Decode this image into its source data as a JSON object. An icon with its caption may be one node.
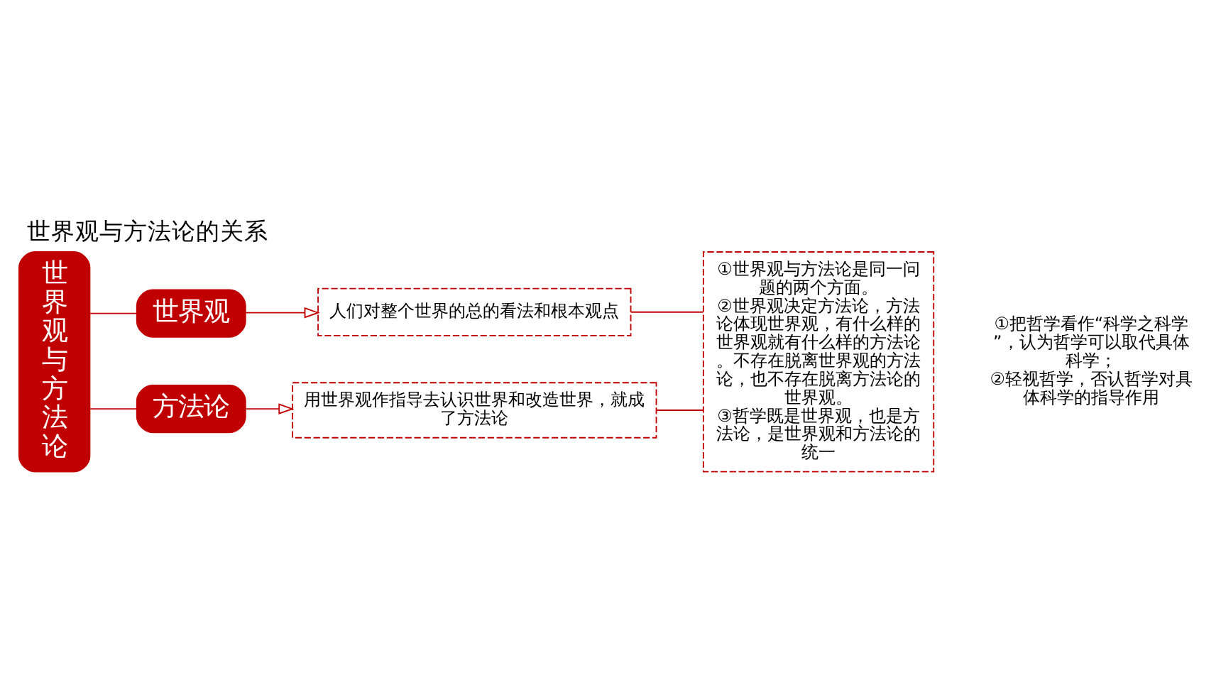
{
  "diagram": {
    "title": "世界观与方法论的关系",
    "nodes": [
      {
        "text": [
          "世界观与方法论"
        ]
      },
      {
        "text": [
          "世界观"
        ]
      },
      {
        "text": [
          "方法论"
        ]
      },
      {
        "text": [
          "人们对整个世界的总的看法和根本观点"
        ]
      },
      {
        "text": [
          "用世界观作指导去认识世界和改造世界，就成了方法论"
        ]
      },
      {
        "text": [
          "①世界观与方法论是同一问题的两个方面。",
          "②世界观决定方法论，方法论体现世界观，有什么样的世界观就有什么样的方法论。不存在脱离世界观的方法论，也不存在脱离方法论的世界观。",
          "③哲学既是世界观，也是方法论，是世界观和方法论的统一"
        ]
      }
    ],
    "edges": [
      {
        "from": 0,
        "to": 1,
        "arrow": "none"
      },
      {
        "from": 0,
        "to": 2,
        "arrow": "none"
      },
      {
        "from": 1,
        "to": 3,
        "arrow": "to"
      },
      {
        "from": 2,
        "to": 4,
        "arrow": "to"
      },
      {
        "from": 3,
        "to": 5,
        "arrow": "none"
      },
      {
        "from": 4,
        "to": 5,
        "arrow": "none"
      }
    ],
    "labels": [
      "①把哲学看作“科学之科学”，认为哲学可以取代具体科学；",
      "②轻视哲学，否认哲学对具体科学的指导作用"
    ]
  }
}
